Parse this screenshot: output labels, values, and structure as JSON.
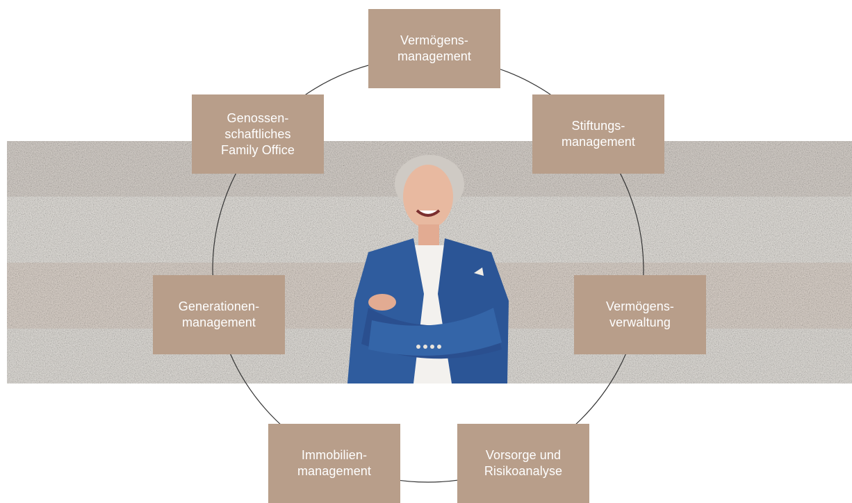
{
  "diagram": {
    "services": [
      {
        "id": "box-top",
        "label": "Vermögens-\nmanagement"
      },
      {
        "id": "box-top-right",
        "label": "Stiftungs-\nmanagement"
      },
      {
        "id": "box-mid-right",
        "label": "Vermögens-\nverwaltung"
      },
      {
        "id": "box-bot-right",
        "label": "Vorsorge und\nRisikoanalyse"
      },
      {
        "id": "box-bot-left",
        "label": "Immobilien-\nmanagement"
      },
      {
        "id": "box-mid-left",
        "label": "Generationen-\nmanagement"
      },
      {
        "id": "box-top-left",
        "label": "Genossen-\nschaftliches\nFamily Office"
      }
    ],
    "colors": {
      "box_fill": "#b89e8a",
      "box_text": "#ffffff",
      "ring_stroke": "#333333",
      "wall": "#c9c3bd",
      "blazer": "#2f5c9e"
    },
    "photo": {
      "subject": "smiling-woman-blue-blazer-arms-crossed-stone-wall"
    }
  }
}
